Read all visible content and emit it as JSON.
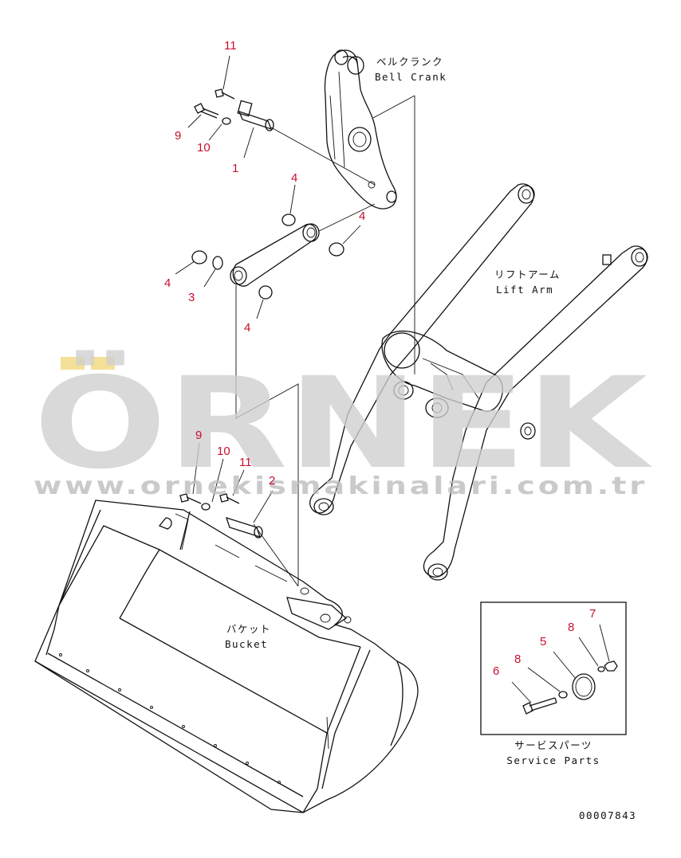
{
  "part_numbers": {
    "p11_top": "11",
    "p9_top": "9",
    "p10_top": "10",
    "p1": "1",
    "p4_a": "4",
    "p4_b": "4",
    "p4_c": "4",
    "p3": "3",
    "p4_d": "4",
    "p9_bottom": "9",
    "p10_bottom": "10",
    "p11_bottom": "11",
    "p2": "2",
    "p7": "7",
    "p8_right": "8",
    "p5": "5",
    "p8_left": "8",
    "p6": "6"
  },
  "callouts": {
    "bell_crank_jp": "ベルクランク",
    "bell_crank_en": "Bell Crank",
    "lift_arm_jp": "リフトアーム",
    "lift_arm_en": "Lift Arm",
    "bucket_jp": "バケット",
    "bucket_en": "Bucket",
    "service_parts_jp": "サービスパーツ",
    "service_parts_en": "Service Parts"
  },
  "drawing_number": "00007843",
  "watermark": {
    "brand": "ÖRNEK",
    "url": "www.ornekismakinalari.com.tr"
  },
  "colors": {
    "part_number": "#c8102e",
    "line": "#111111",
    "watermark": "#cfcfcf",
    "watermark_accent": "#f2d675"
  }
}
